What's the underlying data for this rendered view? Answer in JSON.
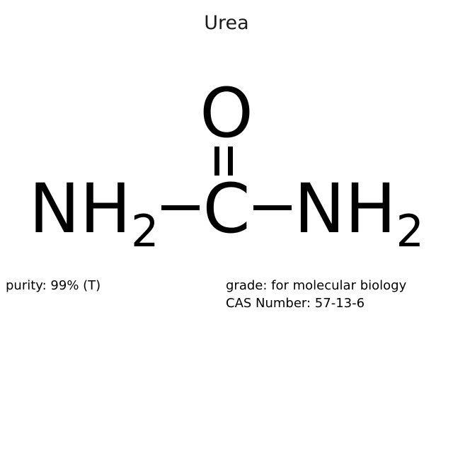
{
  "title": "Urea",
  "structure": {
    "oxygen_label": "O",
    "carbon_label": "C",
    "left_group": {
      "text": "NH",
      "subscript": "2"
    },
    "right_group": {
      "text": "NH",
      "subscript": "2"
    },
    "bond_left": "single-bond",
    "bond_right": "single-bond",
    "bond_carbonyl": "double-bond"
  },
  "annotations": {
    "purity": "purity: 99% (T)",
    "grade": "grade: for molecular biology",
    "cas": "CAS Number: 57-13-6"
  },
  "colors": {
    "background": "#ffffff",
    "ink": "#000000",
    "title_ink": "#1a1a1a"
  }
}
